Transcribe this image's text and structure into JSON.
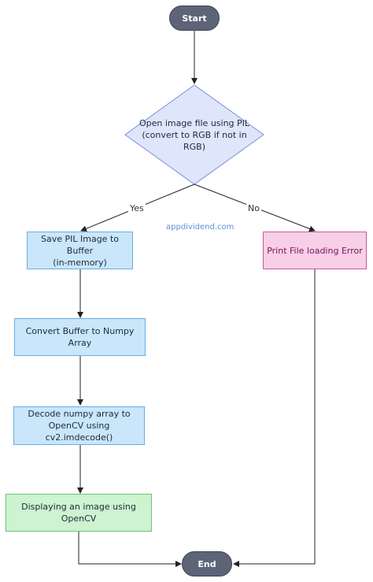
{
  "nodes": {
    "start": "Start",
    "decision": "Open image file using PIL\n(convert to RGB if not in RGB)",
    "save_buffer": "Save PIL Image to Buffer\n(in-memory)",
    "convert_numpy": "Convert Buffer to Numpy Array",
    "decode": "Decode numpy array to\nOpenCV using cv2.imdecode()",
    "display": "Displaying an image using OpenCV",
    "error": "Print File loading Error",
    "end": "End"
  },
  "edges": {
    "yes": "Yes",
    "no": "No"
  },
  "watermark": "appdividend.com",
  "colors": {
    "terminal_fill": "#5d6478",
    "decision_fill": "#dfe5fb",
    "decision_stroke": "#7a8fd8",
    "process_fill": "#c9e6fb",
    "success_fill": "#cdf3d0",
    "error_fill": "#f7cfe7",
    "line": "#222222"
  }
}
